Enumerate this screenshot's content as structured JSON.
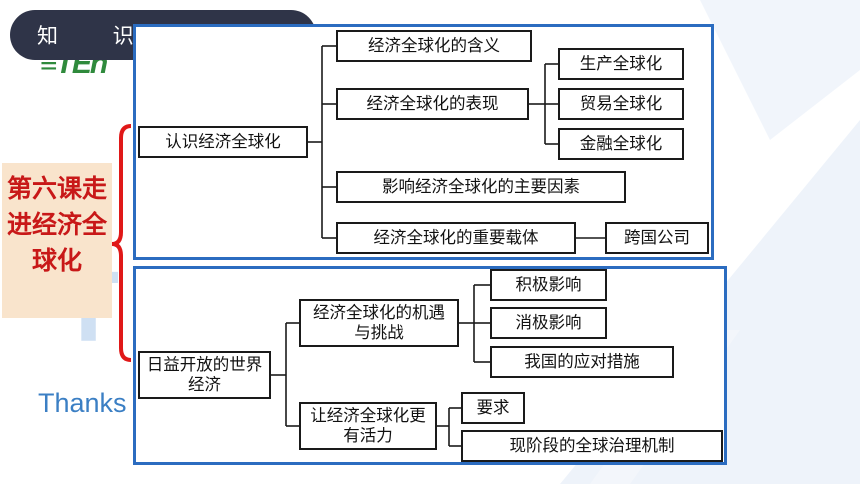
{
  "header": {
    "title": "知 识 体 系"
  },
  "lesson": {
    "title": "第六课走进经济全球化"
  },
  "background": {
    "thanks": "Thanks"
  },
  "nodes": {
    "n1": "认识经济全球化",
    "n1_1": "经济全球化的含义",
    "n1_2": "经济全球化的表现",
    "n1_2_1": "生产全球化",
    "n1_2_2": "贸易全球化",
    "n1_2_3": "金融全球化",
    "n1_3": "影响经济全球化的主要因素",
    "n1_4": "经济全球化的重要载体",
    "n1_4_1": "跨国公司",
    "n2": "日益开放的世界经济",
    "n2_1": "经济全球化的机遇与挑战",
    "n2_1_1": "积极影响",
    "n2_1_2": "消极影响",
    "n2_1_3": "我国的应对措施",
    "n2_2": "让经济全球化更有活力",
    "n2_2_1": "要求",
    "n2_2_2": "现阶段的全球治理机制"
  },
  "colors": {
    "panel_border": "#2b6cc0",
    "lesson_text": "#c81818",
    "lesson_bg": "#f9e4cc",
    "bracket": "#e01818",
    "pill": "#2f3448"
  }
}
